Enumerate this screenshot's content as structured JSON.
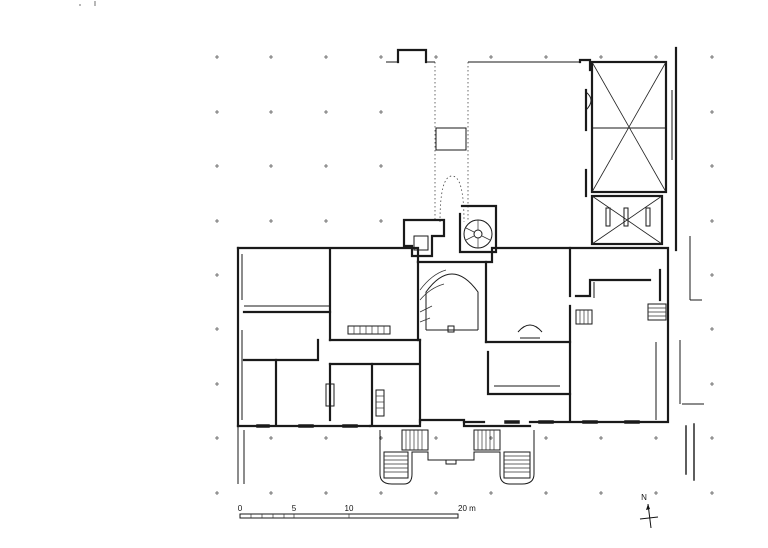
{
  "scale_bar": {
    "ticks": [
      "0",
      "5",
      "10",
      "20 m"
    ]
  },
  "north_arrow": {
    "label": "N"
  },
  "icons": {
    "north_arrow": "north-arrow-icon",
    "grid_mark": "plus-marker"
  }
}
